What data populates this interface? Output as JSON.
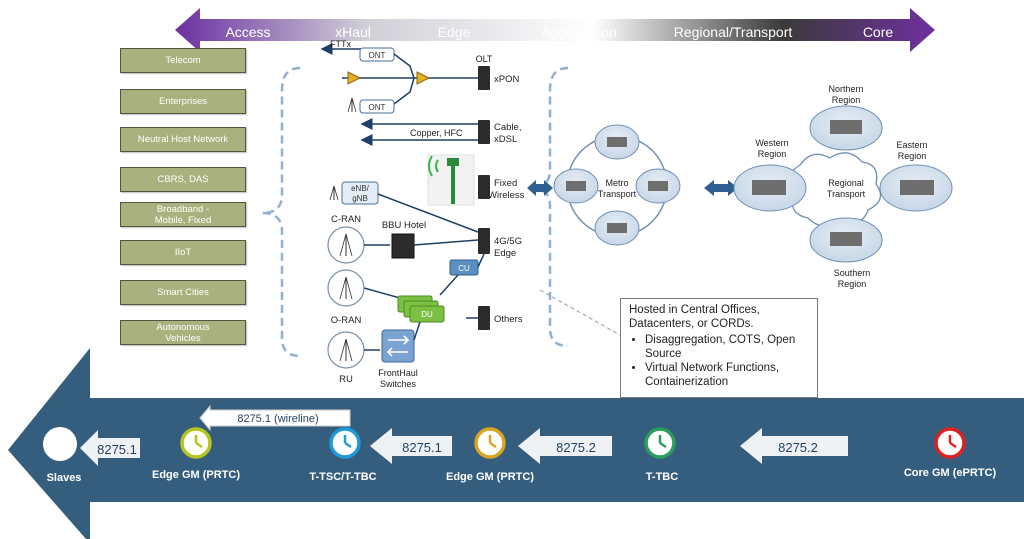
{
  "domains_bar": {
    "labels": [
      "Access",
      "xHaul",
      "Edge",
      "Aggregation",
      "Regional/Transport",
      "Core"
    ],
    "color_left": "#6b2fa0",
    "color_right": "#7030a0"
  },
  "use_cases": [
    "Telecom",
    "Enterprises",
    "Neutral Host Network",
    "CBRS, DAS",
    "Broadband -\nMobile, Fixed",
    "IIoT",
    "Smart Cities",
    "Autonomous\nVehicles"
  ],
  "access_labels": {
    "fttx": "FTTx",
    "ont1": "ONT",
    "ont2": "ONT",
    "olt": "OLT",
    "xpon": "xPON",
    "copper_hfc": "Copper, HFC",
    "cable": "Cable,",
    "xdsl": "xDSL",
    "fixed": "Fixed",
    "wireless": "Wireless",
    "enb": "eNB/",
    "gnb": "gNB",
    "cran": "C-RAN",
    "bbu_hotel": "BBU Hotel",
    "edge_4g5g": "4G/5G",
    "edge_word": "Edge",
    "cu": "CU",
    "du": "DU",
    "others": "Others",
    "oran": "O-RAN",
    "ru": "RU",
    "fronthaul": "FrontHaul",
    "switches": "Switches"
  },
  "transport": {
    "metro": "Metro",
    "metro2": "Transport",
    "northern": "Northern",
    "northern2": "Region",
    "western": "Western",
    "western2": "Region",
    "eastern": "Eastern",
    "eastern2": "Region",
    "southern": "Southern",
    "southern2": "Region",
    "regional": "Regional",
    "regional2": "Transport"
  },
  "hosted": {
    "title_line1": "Hosted in Central Offices,",
    "title_line2": "Datacenters, or CORDs.",
    "bullets": [
      "Disaggregation, COTS, Open Source",
      "Virtual Network Functions, Containerization"
    ]
  },
  "timing": {
    "band_color": "#355e7e",
    "wireline": "8275.1 (wireline)",
    "arrows": [
      "8275.1",
      "8275.1",
      "8275.2",
      "8275.2"
    ],
    "slaves": "Slaves",
    "nodes": [
      {
        "label": "Edge GM (PRTC)",
        "color": "#b5c51f"
      },
      {
        "label": "T-TSC/T-TBC",
        "color": "#1e9ad6"
      },
      {
        "label": "Edge GM (PRTC)",
        "color": "#d9a51e"
      },
      {
        "label": "T-TBC",
        "color": "#2a9c5e"
      },
      {
        "label": "Core GM (ePRTC)",
        "color": "#e02020"
      }
    ]
  }
}
